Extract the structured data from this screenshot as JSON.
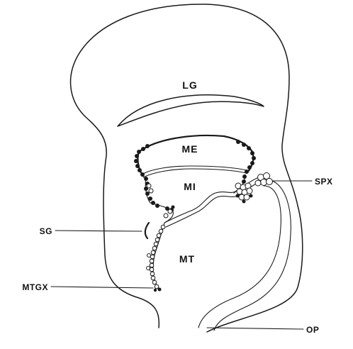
{
  "labels": {
    "lg": "LG",
    "me": "ME",
    "mi": "MI",
    "mt": "MT",
    "spx": "SPX",
    "sg": "SG",
    "mtgx": "MTGX",
    "op": "OP"
  }
}
